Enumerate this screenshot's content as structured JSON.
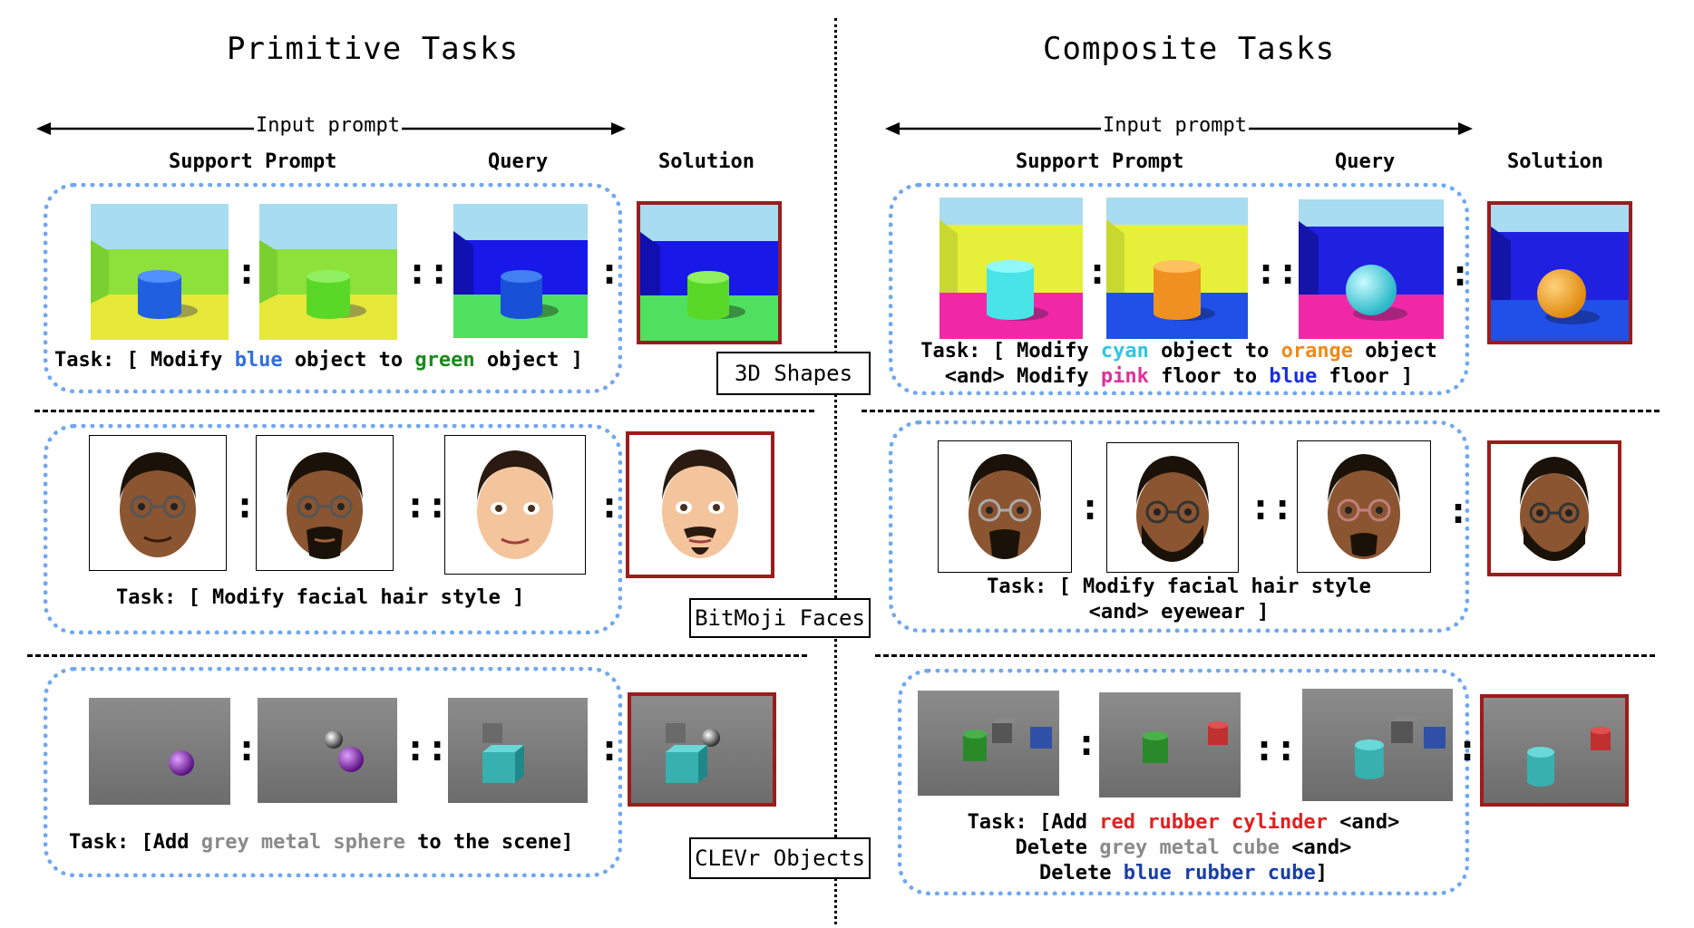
{
  "titles": {
    "primitive": "Primitive Tasks",
    "composite": "Composite Tasks"
  },
  "headers": {
    "input_prompt": "Input prompt",
    "support_prompt": "Support Prompt",
    "query": "Query",
    "solution": "Solution"
  },
  "separators": {
    "pair": ":",
    "analogy": "::"
  },
  "dataset_labels": {
    "shapes": "3D Shapes",
    "bitmoji": "BitMoji Faces",
    "clevr": "CLEVr Objects"
  },
  "colors": {
    "blue": "#2f6fe0",
    "green": "#1a8a1a",
    "cyan": "#2fc6e0",
    "orange": "#f08a1a",
    "pink": "#e0309a",
    "floor_blue": "#1a2ee0",
    "red": "#e02020",
    "grey": "#8a8a8a",
    "rubber_blue": "#1a3ea8",
    "solution_border": "#9c1c1c",
    "box_border": "#6fa8f0"
  },
  "tasks": {
    "shapes_primitive": {
      "t1": "Task: [ Modify ",
      "c1": "blue",
      "t2": " object to ",
      "c2": "green",
      "t3": " object ]"
    },
    "shapes_composite": {
      "t1": "Task: [ Modify ",
      "c1": "cyan",
      "t2": " object to ",
      "c2": "orange",
      "t3": " object",
      "t4": "<and> Modify ",
      "c3": "pink",
      "t5": " floor to ",
      "c4": "blue",
      "t6": " floor ]"
    },
    "bitmoji_primitive": {
      "line1": "Task: [ Modify facial hair style ]"
    },
    "bitmoji_composite": {
      "line1": "Task: [ Modify facial hair style",
      "line2": "<and> eyewear ]"
    },
    "clevr_primitive": {
      "t1": "Task: [Add ",
      "c1": "grey metal sphere",
      "t2": " to the scene]"
    },
    "clevr_composite": {
      "t1": "Task: [Add ",
      "c1": "red rubber cylinder",
      "t2": " <and>",
      "t3": "Delete ",
      "c2": "grey metal cube",
      "t4": " <and>",
      "t5": "Delete ",
      "c3": "blue rubber cube",
      "t6": "]"
    }
  }
}
